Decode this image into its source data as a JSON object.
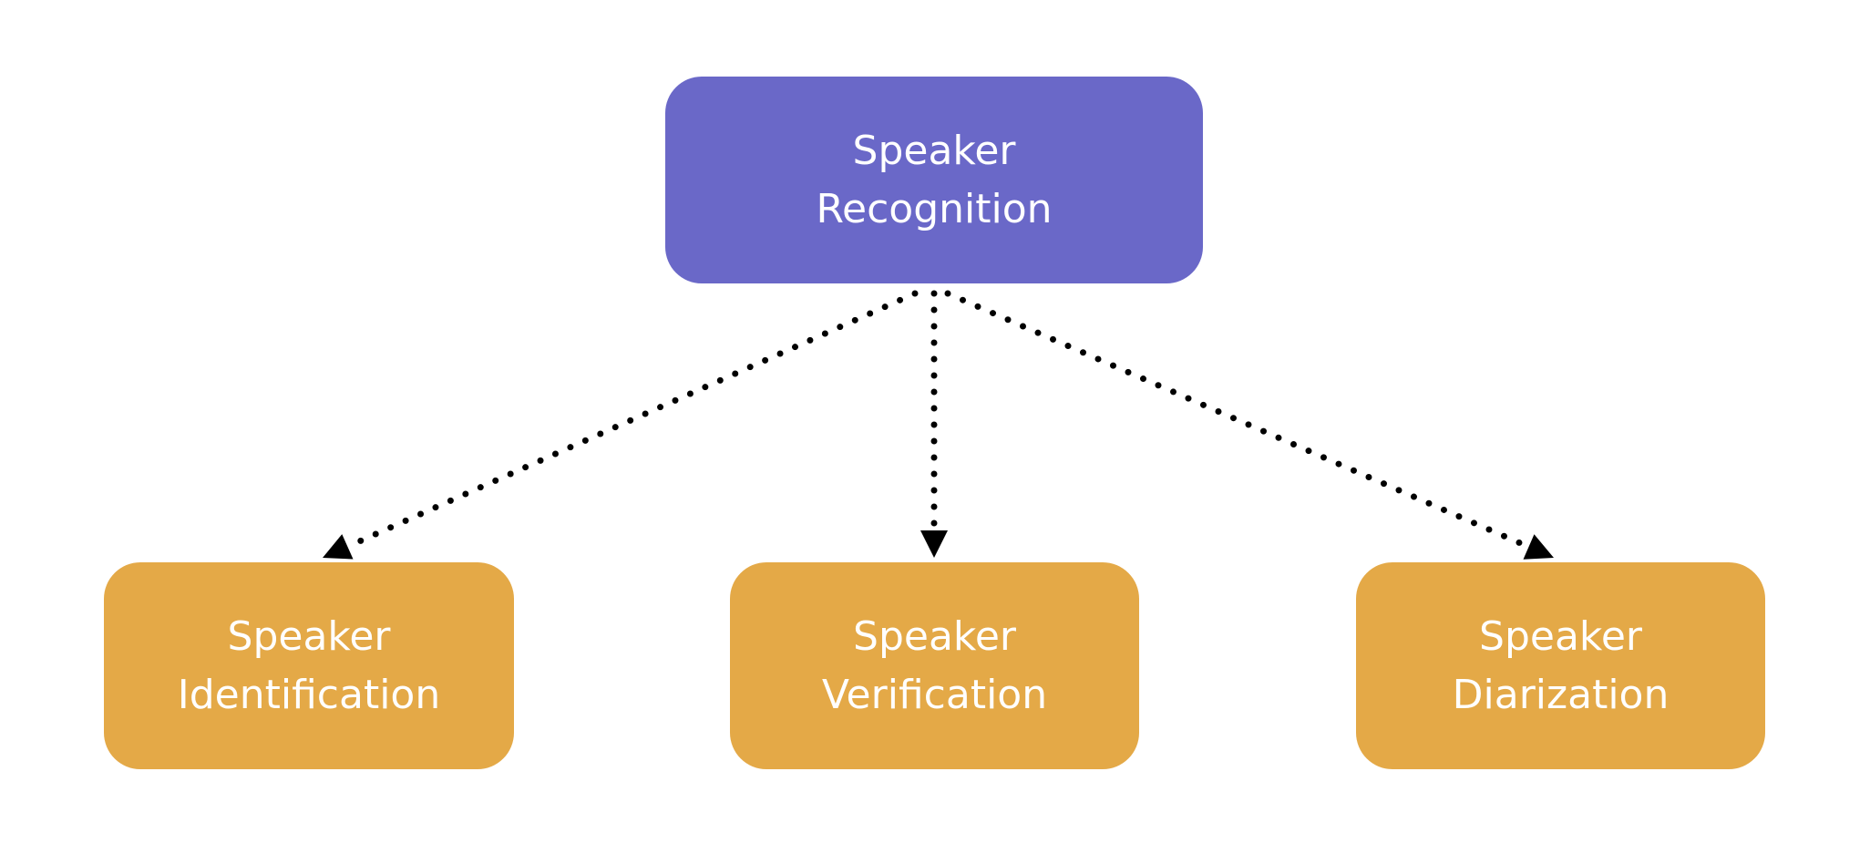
{
  "colors": {
    "root_fill": "#6a68c8",
    "child_fill": "#e4a947",
    "text": "#ffffff",
    "connector": "#000000"
  },
  "nodes": {
    "root": {
      "line1": "Speaker",
      "line2": "Recognition"
    },
    "identification": {
      "line1": "Speaker",
      "line2": "Identification"
    },
    "verification": {
      "line1": "Speaker",
      "line2": "Verification"
    },
    "diarization": {
      "line1": "Speaker",
      "line2": "Diarization"
    }
  },
  "edges": [
    {
      "from": "root",
      "to": "identification",
      "style": "dotted-arrow"
    },
    {
      "from": "root",
      "to": "verification",
      "style": "dotted-arrow"
    },
    {
      "from": "root",
      "to": "diarization",
      "style": "dotted-arrow"
    }
  ]
}
